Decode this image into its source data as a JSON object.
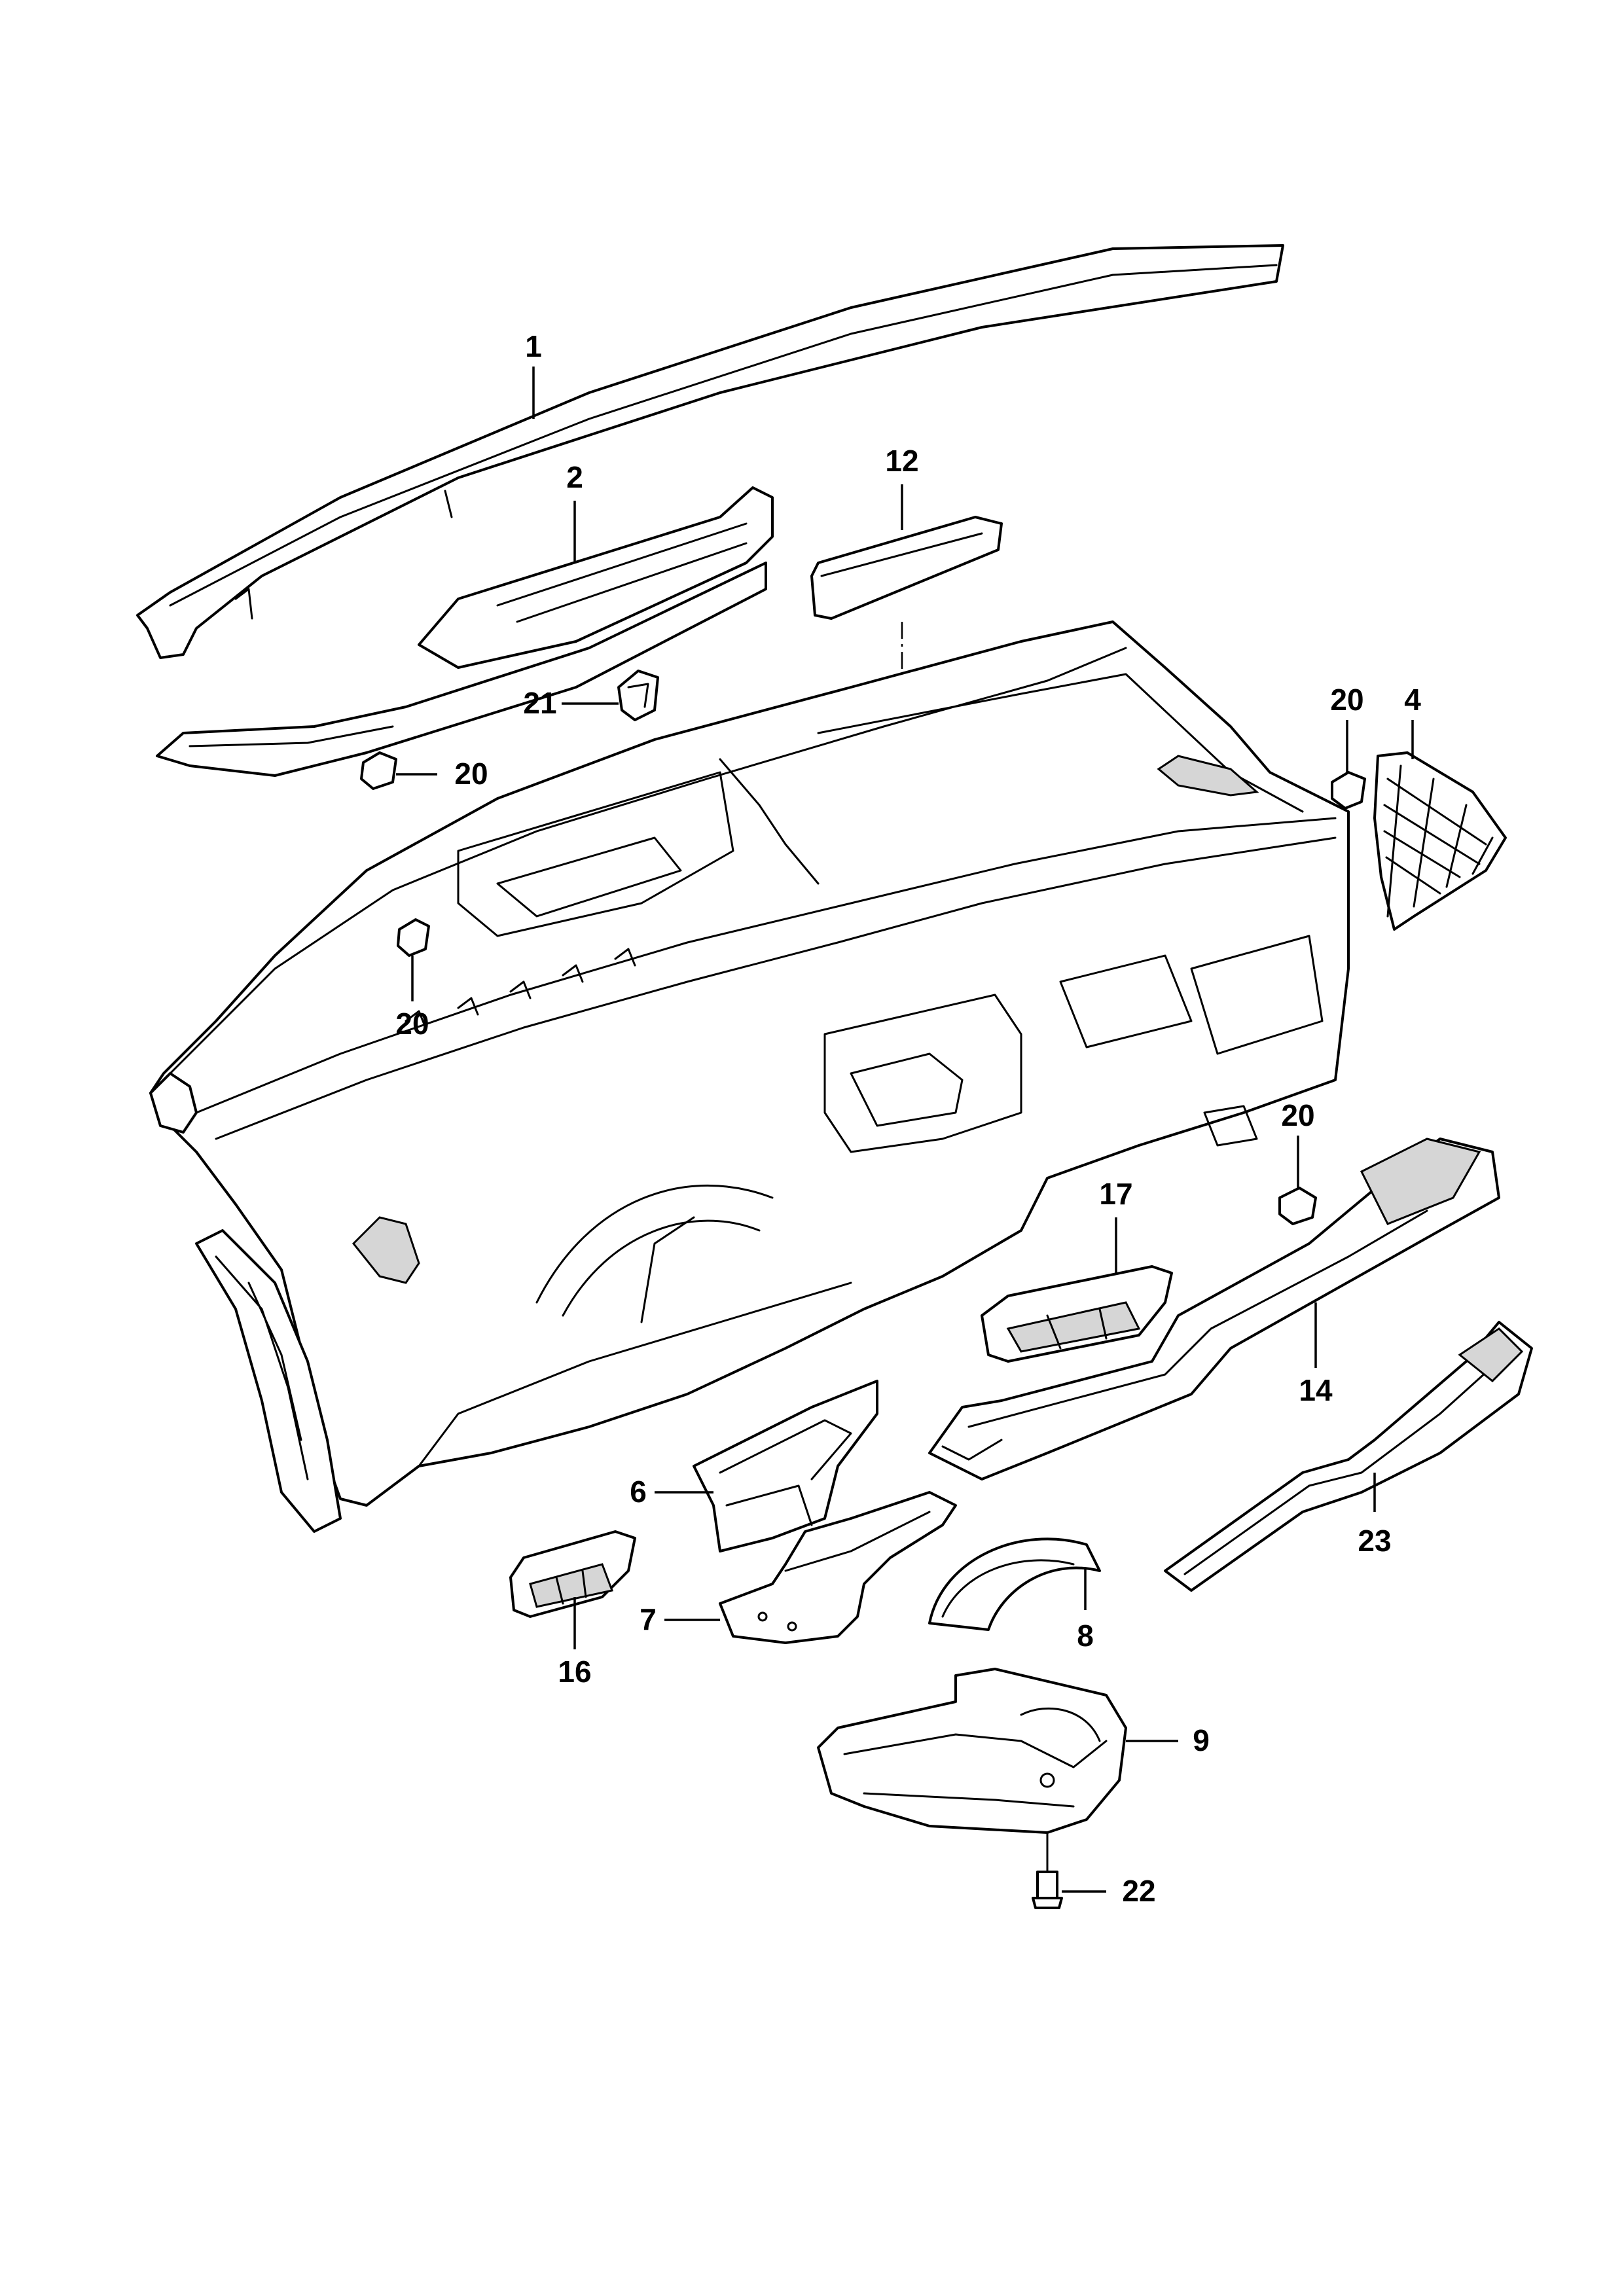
{
  "diagram": {
    "callouts": {
      "p1": "1",
      "p2": "2",
      "p12": "12",
      "p21": "21",
      "p20a": "20",
      "p20b": "20",
      "p20c": "20",
      "p20d": "20",
      "p4": "4",
      "p17": "17",
      "p14": "14",
      "p6": "6",
      "p7": "7",
      "p8": "8",
      "p16": "16",
      "p23": "23",
      "p9": "9",
      "p22": "22"
    },
    "line_color": "#000000",
    "background": "#ffffff"
  }
}
